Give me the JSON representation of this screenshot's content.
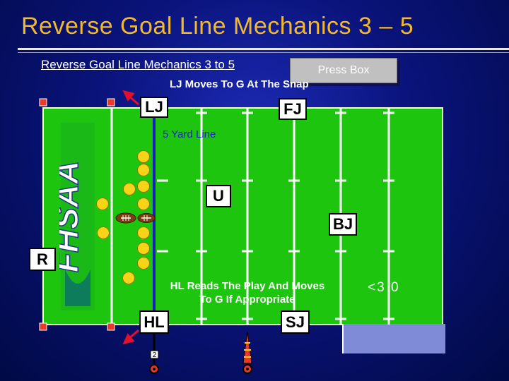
{
  "slide": {
    "title": "Reverse Goal Line Mechanics 3 – 5",
    "subtitle": "Reverse Goal Line Mechanics 3 to 5",
    "press_box": "Press Box",
    "yard_line_label": "5 Yard Line",
    "clock": "<3 0"
  },
  "officials": {
    "lj": "LJ",
    "fj": "FJ",
    "u": "U",
    "bj": "BJ",
    "r": "R",
    "hl": "HL",
    "sj": "SJ"
  },
  "notes": {
    "lj": "LJ Moves To G At The Snap",
    "hl": "HL Reads The Play And Moves To G If Appropriate"
  },
  "chain_marker": "2",
  "colors": {
    "background": "#0a137a",
    "field": "#1ec50e",
    "title": "#f2b92d",
    "player": "#f7d417",
    "goal_line": "#1620b4",
    "pylon": "#e8392a",
    "arrow": "#e0102e"
  },
  "logo": "FHSAA"
}
